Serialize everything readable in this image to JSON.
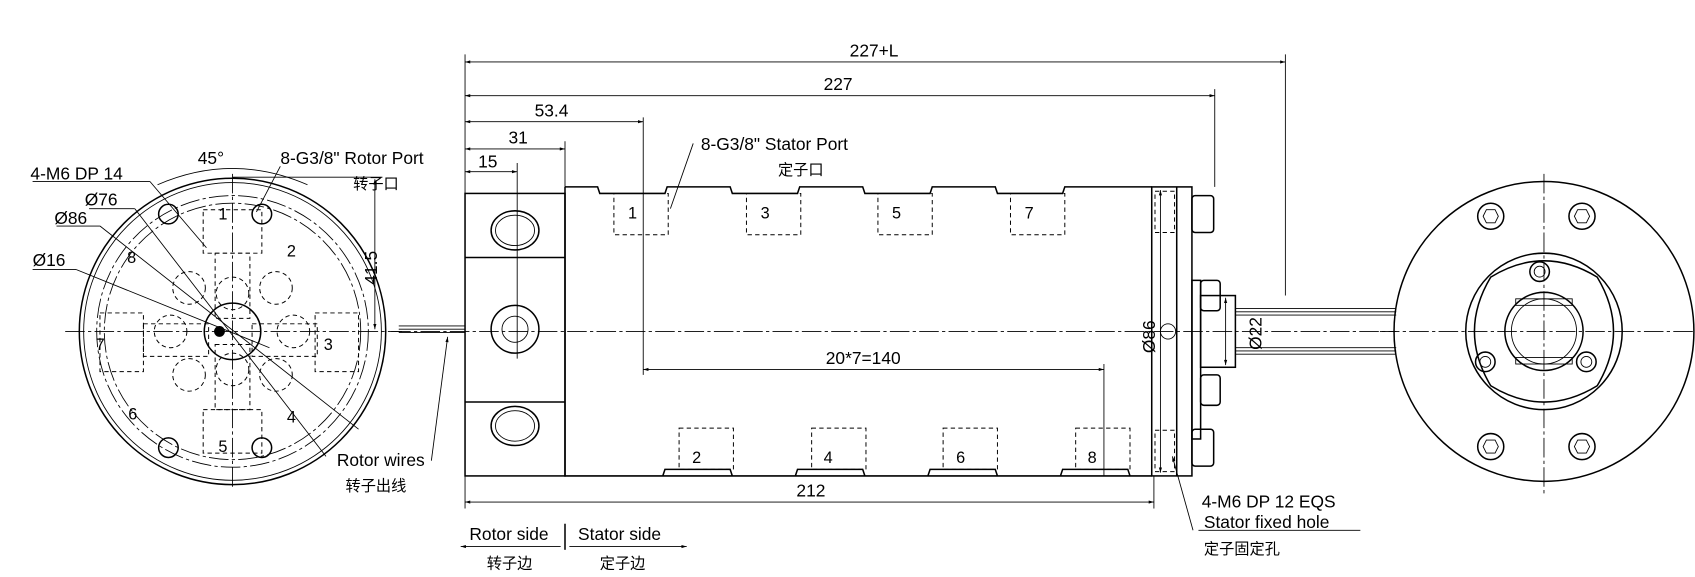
{
  "dimensions": {
    "overall_length": "227+L",
    "body_length": "227",
    "first_stator_port": "53.4",
    "rotor_flange": "31",
    "rotor_port_offset": "15",
    "port_pitch": "20*7=140",
    "length_212": "212",
    "body_diameter": "Ø86",
    "shaft_diameter": "Ø22",
    "angle": "45°",
    "height_41_5": "41.5",
    "dia_76": "Ø76",
    "dia_86": "Ø86",
    "dia_16": "Ø16",
    "rotor_holes": "4-M6 DP  14"
  },
  "labels": {
    "rotor_port": "8-G3/8\"  Rotor Port",
    "rotor_port_cn": "转子口",
    "stator_port": "8-G3/8\" Stator Port",
    "stator_port_cn": "定子口",
    "rotor_wires": "Rotor wires",
    "rotor_wires_cn": "转子出线",
    "rotor_side": "Rotor side",
    "rotor_side_cn": "转子边",
    "stator_side": "Stator side",
    "stator_side_cn": "定子边",
    "fixed_hole_spec": "4-M6 DP 12 EQS",
    "fixed_hole": "Stator fixed hole",
    "fixed_hole_cn": "定子固定孔"
  },
  "rotor_ports": [
    "1",
    "2",
    "3",
    "4",
    "5",
    "6",
    "7",
    "8"
  ],
  "stator_ports_top": [
    "1",
    "3",
    "5",
    "7"
  ],
  "stator_ports_bottom": [
    "2",
    "4",
    "6",
    "8"
  ]
}
